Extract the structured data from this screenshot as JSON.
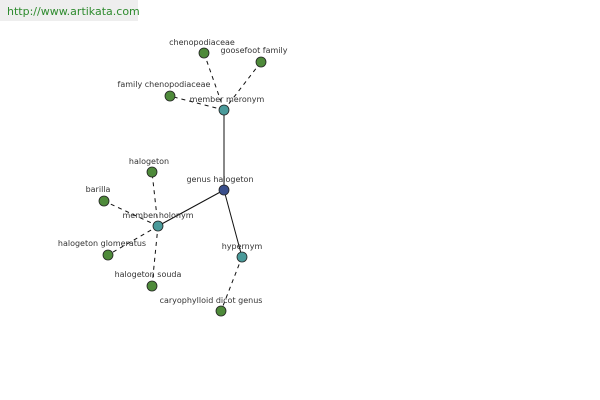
{
  "header": {
    "url": "http://www.artikata.com"
  },
  "colors": {
    "center": "#3a4f8c",
    "relation": "#4a9a9a",
    "term": "#4e8a3a",
    "stroke": "#222222"
  },
  "graph": {
    "nodes": [
      {
        "id": "genus-halogeton",
        "label": "genus halogeton",
        "kind": "center"
      },
      {
        "id": "member-meronym",
        "label": "member meronym",
        "kind": "relation"
      },
      {
        "id": "member-holonym",
        "label": "member holonym",
        "kind": "relation"
      },
      {
        "id": "hypernym",
        "label": "hypernym",
        "kind": "relation"
      },
      {
        "id": "chenopodiaceae",
        "label": "chenopodiaceae",
        "kind": "term"
      },
      {
        "id": "goosefoot-family",
        "label": "goosefoot family",
        "kind": "term"
      },
      {
        "id": "family-chenopodiaceae",
        "label": "family chenopodiaceae",
        "kind": "term"
      },
      {
        "id": "halogeton",
        "label": "halogeton",
        "kind": "term"
      },
      {
        "id": "barilla",
        "label": "barilla",
        "kind": "term"
      },
      {
        "id": "halogeton-glomeratus",
        "label": "halogeton glomeratus",
        "kind": "term"
      },
      {
        "id": "halogeton-souda",
        "label": "halogeton souda",
        "kind": "term"
      },
      {
        "id": "caryophylloid-dicot-genus",
        "label": "caryophylloid dicot genus",
        "kind": "term"
      }
    ],
    "edges": [
      {
        "from": "genus-halogeton",
        "to": "member-meronym",
        "style": "solid"
      },
      {
        "from": "genus-halogeton",
        "to": "member-holonym",
        "style": "solid"
      },
      {
        "from": "genus-halogeton",
        "to": "hypernym",
        "style": "solid"
      },
      {
        "from": "member-meronym",
        "to": "chenopodiaceae",
        "style": "dashed"
      },
      {
        "from": "member-meronym",
        "to": "goosefoot-family",
        "style": "dashed"
      },
      {
        "from": "member-meronym",
        "to": "family-chenopodiaceae",
        "style": "dashed"
      },
      {
        "from": "member-holonym",
        "to": "halogeton",
        "style": "dashed"
      },
      {
        "from": "member-holonym",
        "to": "barilla",
        "style": "dashed"
      },
      {
        "from": "member-holonym",
        "to": "halogeton-glomeratus",
        "style": "dashed"
      },
      {
        "from": "member-holonym",
        "to": "halogeton-souda",
        "style": "dashed"
      },
      {
        "from": "hypernym",
        "to": "caryophylloid-dicot-genus",
        "style": "dashed"
      }
    ]
  }
}
